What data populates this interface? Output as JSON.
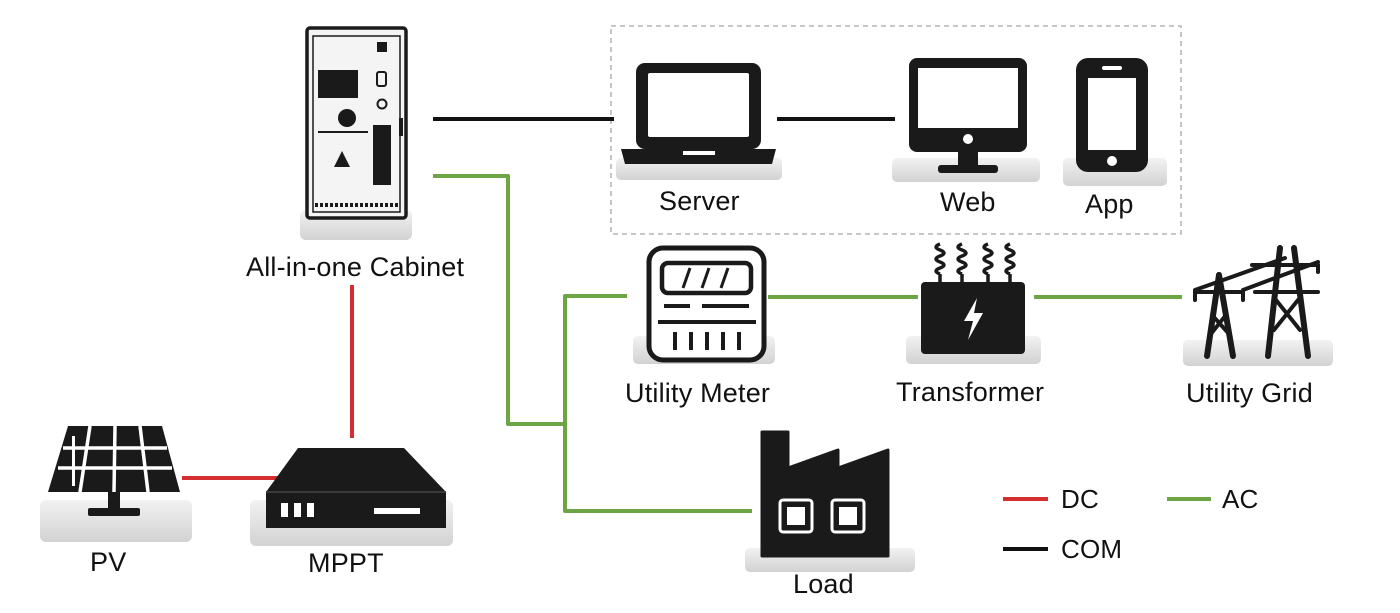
{
  "nodes": {
    "cabinet": "All-in-one Cabinet",
    "server": "Server",
    "web": "Web",
    "app": "App",
    "meter": "Utility Meter",
    "transformer": "Transformer",
    "grid": "Utility Grid",
    "load": "Load",
    "pv": "PV",
    "mppt": "MPPT"
  },
  "legend": {
    "dc": "DC",
    "ac": "AC",
    "com": "COM"
  },
  "colors": {
    "dc": "#d32f2f",
    "ac": "#6ea544",
    "com": "#111111",
    "icon": "#1a1a1a",
    "base": "#e4e4e4"
  }
}
